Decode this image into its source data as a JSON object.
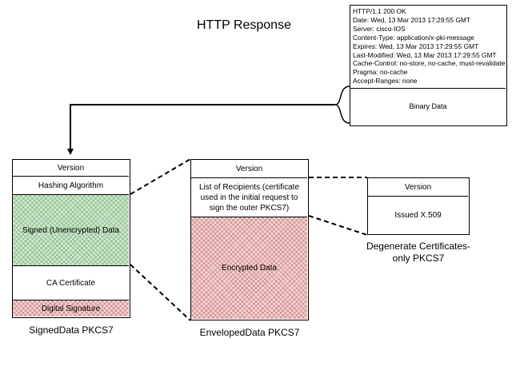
{
  "title": "HTTP Response",
  "http_response": {
    "headers": [
      "HTTP/1.1 200 OK",
      "Date: Wed, 13 Mar 2013 17:29:55 GMT",
      "Server: cisco-IOS",
      "Content-Type: application/x-pki-message",
      "Expires: Wed, 13 Mar 2013 17:29:55 GMT",
      "Last-Modified: Wed, 13 Mar 2013 17:29:55 GMT",
      "Cache-Control: no-store, no-cache, must-revalidate",
      "Pragma: no-cache",
      "Accept-Ranges: none"
    ],
    "body": "Binary Data"
  },
  "signed_data": {
    "version": "Version",
    "hashing": "Hashing Algorithm",
    "signed": "Signed (Unencrypted) Data",
    "ca_cert": "CA Certificate",
    "signature": "Digital Signature",
    "caption": "SignedData PKCS7"
  },
  "enveloped_data": {
    "version": "Version",
    "recipients": "List of Recipients (certificate used in the initial request to sign the outer PKCS7)",
    "encrypted": "Encrypted Data",
    "caption": "EnvelopedData PKCS7"
  },
  "degenerate": {
    "version": "Version",
    "issued": "Issued X.509",
    "caption": "Degenerate Certificates-only PKCS7"
  },
  "colors": {
    "signed_fill": "#cfe6cf",
    "encrypted_fill": "#f2d2d2",
    "line": "#000000"
  }
}
